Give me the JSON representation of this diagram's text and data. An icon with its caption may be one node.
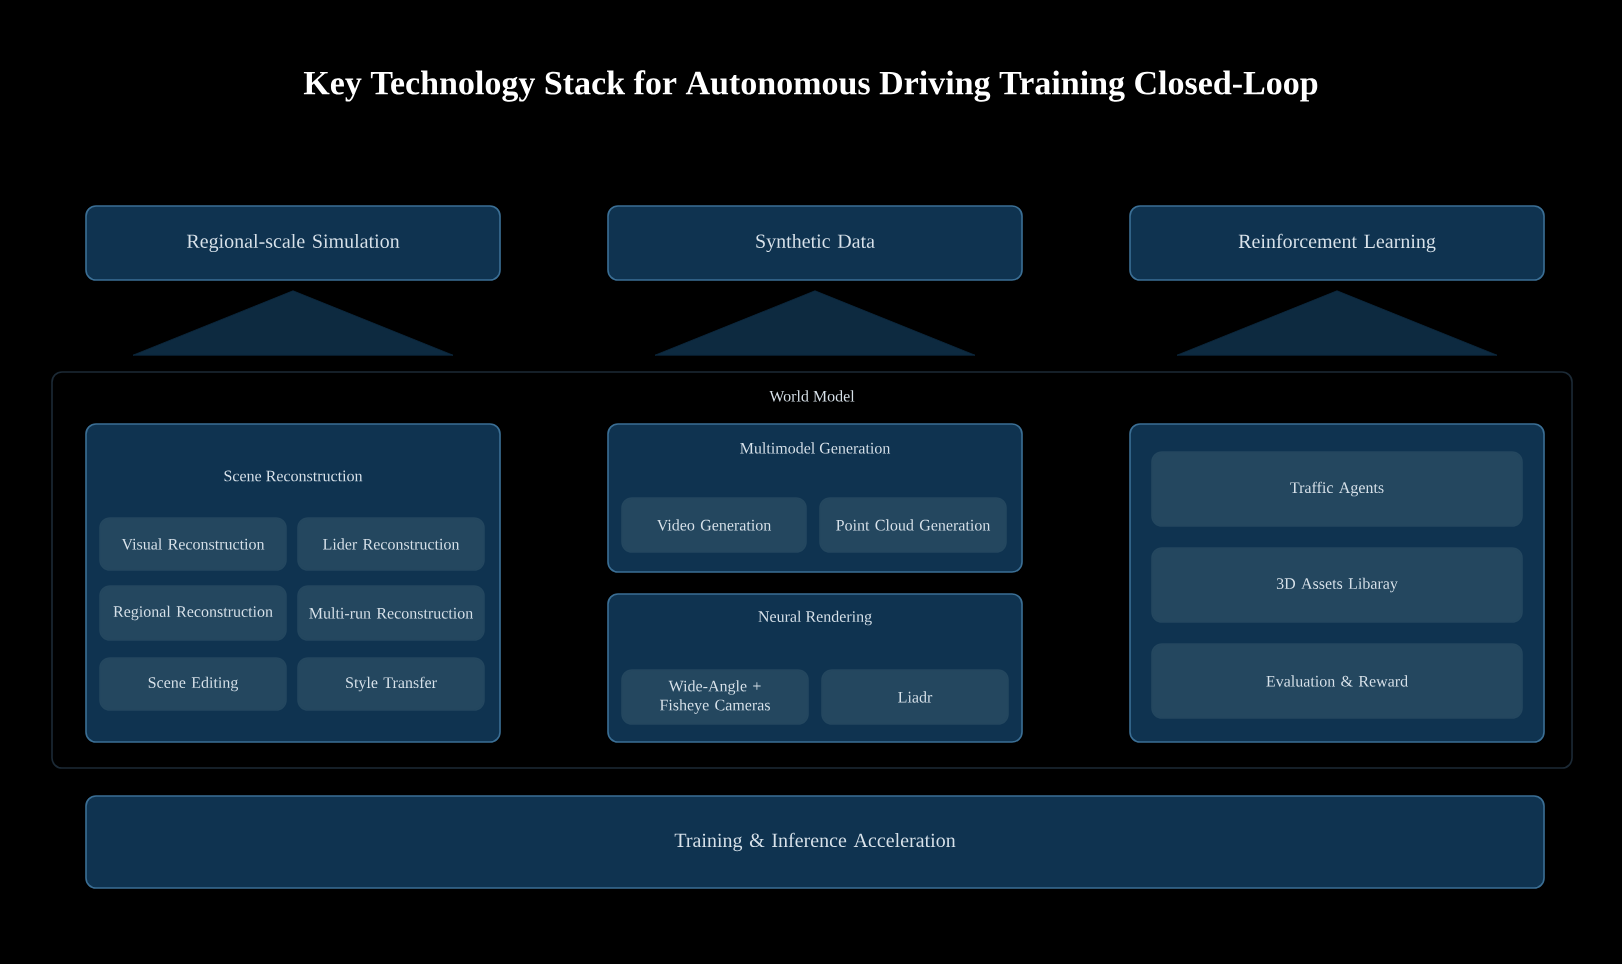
{
  "diagram": {
    "title": "Key Technology Stack for Autonomous Driving Training Closed-Loop",
    "nodes": [
      {
        "text": [
          "Regional-scale Simulation"
        ]
      },
      {
        "text": [
          "Synthetic Data"
        ]
      },
      {
        "text": [
          "Reinforcement Learning"
        ]
      },
      {
        "text": [
          "World Model"
        ]
      },
      {
        "text": [
          "Scene Reconstruction"
        ],
        "in": 3
      },
      {
        "text": [
          "Visual Reconstruction"
        ],
        "in": 4
      },
      {
        "text": [
          "Lider Reconstruction"
        ],
        "in": 4
      },
      {
        "text": [
          "Regional Reconstruction"
        ],
        "in": 4
      },
      {
        "text": [
          "Multi-run Reconstruction"
        ],
        "in": 4
      },
      {
        "text": [
          "Scene Editing"
        ],
        "in": 4
      },
      {
        "text": [
          "Style Transfer"
        ],
        "in": 4
      },
      {
        "text": [
          "Multimodel Generation"
        ],
        "in": 3
      },
      {
        "text": [
          "Video Generation"
        ],
        "in": 11
      },
      {
        "text": [
          "Point Cloud Generation"
        ],
        "in": 11
      },
      {
        "text": [
          "Neural Rendering"
        ],
        "in": 3
      },
      {
        "text": [
          "Wide-Angle + Fisheye Cameras"
        ],
        "in": 14
      },
      {
        "text": [
          "Liadr"
        ],
        "in": 14
      },
      {
        "text": [],
        "shape": "box",
        "in": 3
      },
      {
        "text": [
          "Traffic Agents"
        ],
        "in": 17
      },
      {
        "text": [
          "3D Assets Libaray"
        ],
        "in": 17
      },
      {
        "text": [
          "Evaluation & Reward"
        ],
        "in": 17
      },
      {
        "text": [
          "Training & Inference Acceleration"
        ]
      }
    ],
    "edges": [
      {
        "from": 3,
        "to": 0,
        "arrow": "none"
      },
      {
        "from": 3,
        "to": 1,
        "arrow": "none"
      },
      {
        "from": 3,
        "to": 2,
        "arrow": "none"
      }
    ]
  }
}
